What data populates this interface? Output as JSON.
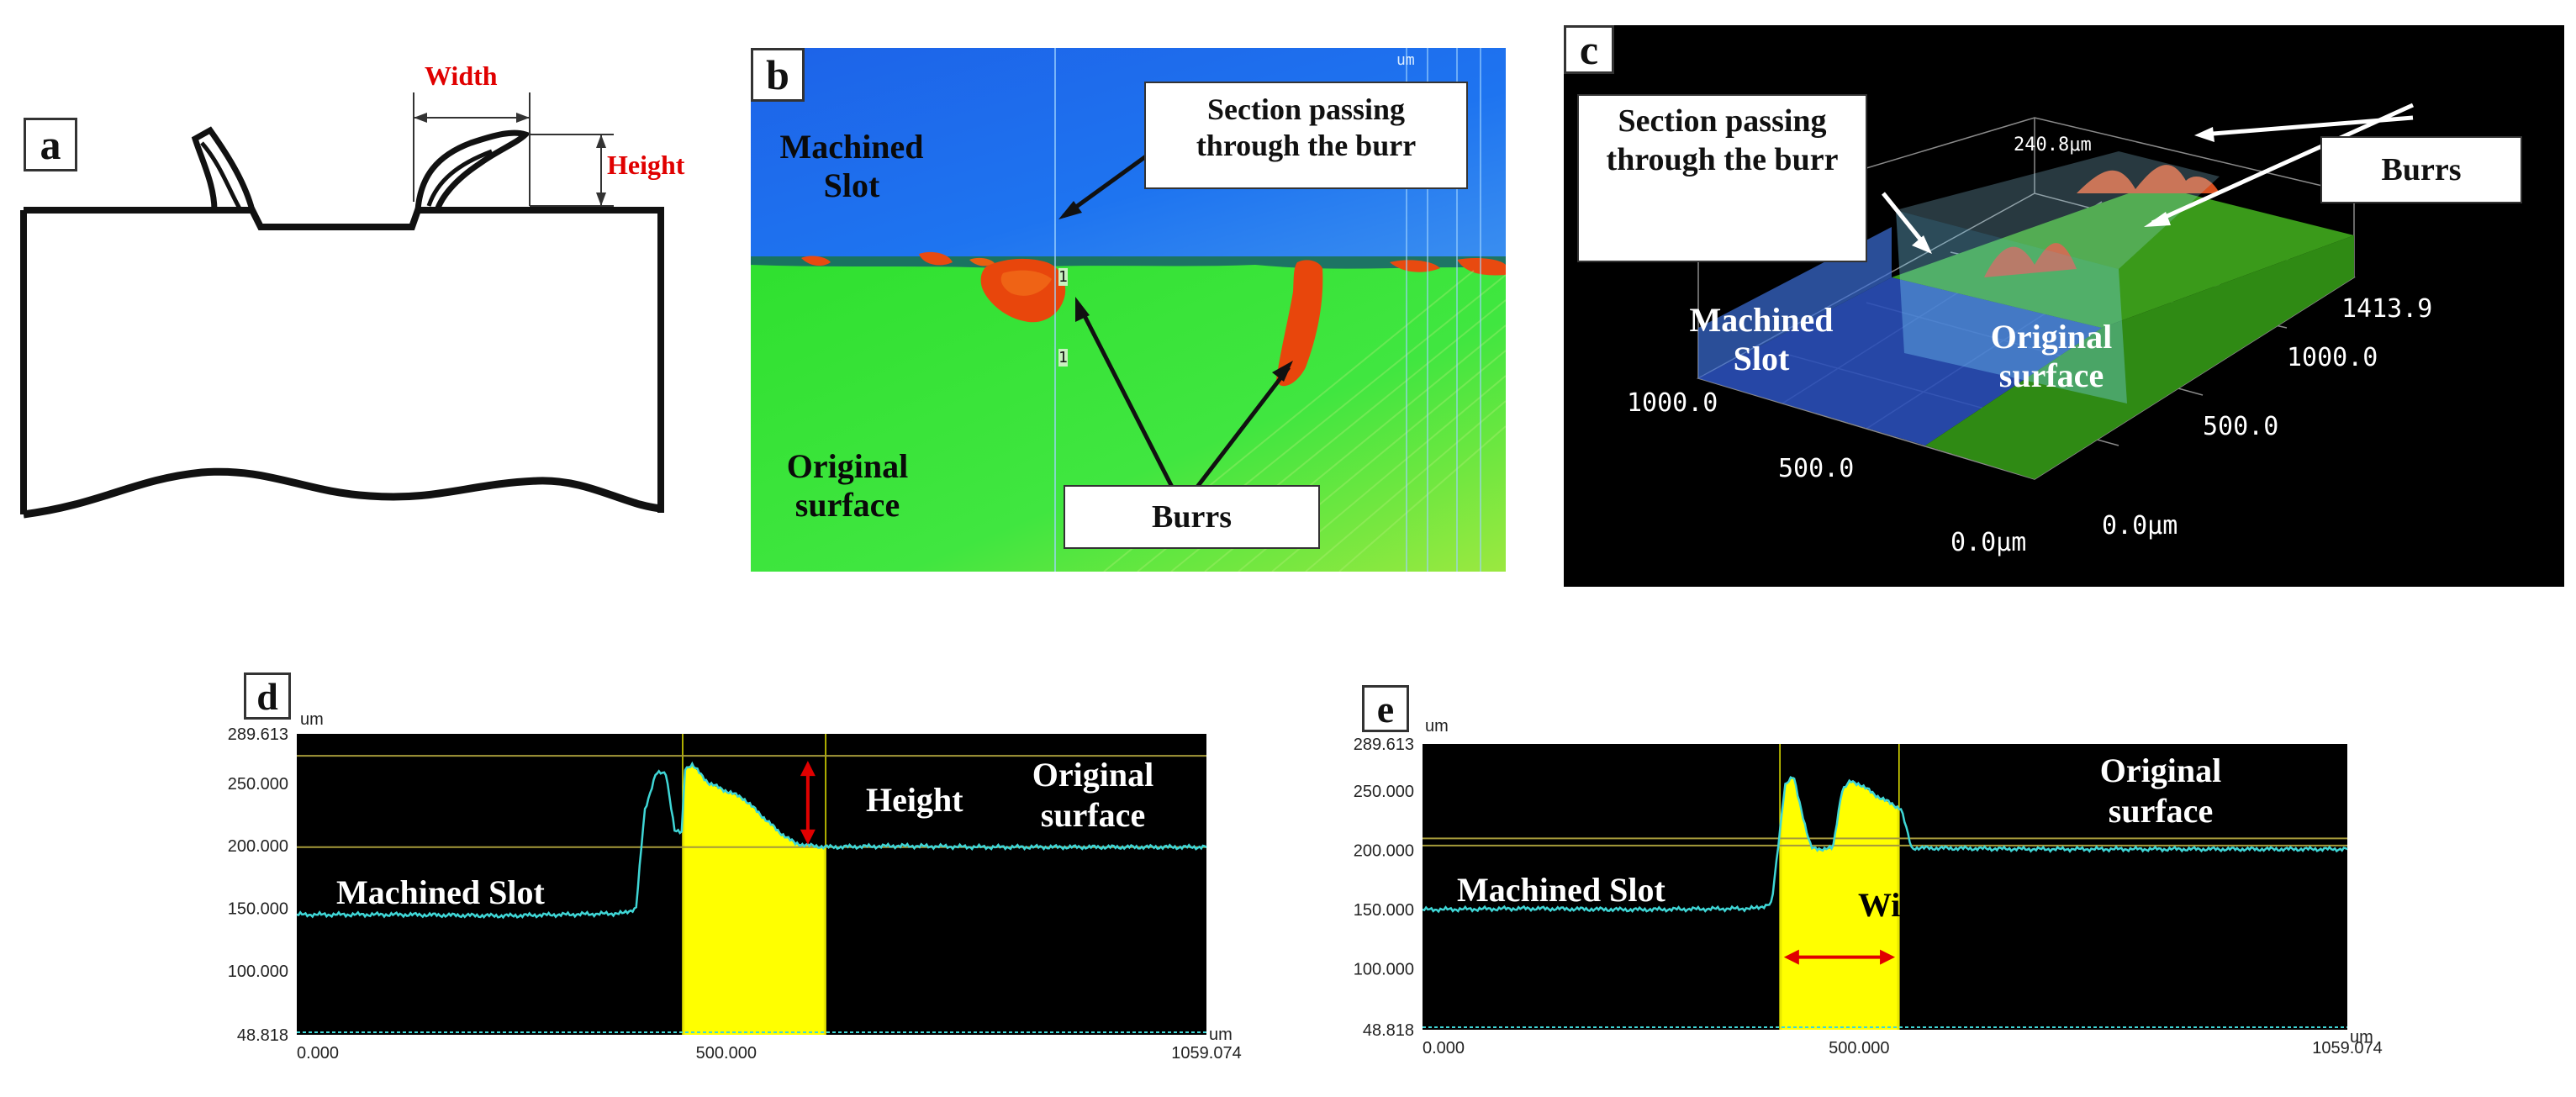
{
  "panel_a": {
    "letter": "a",
    "width_label": "Width",
    "height_label": "Height"
  },
  "panel_b": {
    "letter": "b",
    "callout_section": "Section passing through the burr",
    "callout_burrs": "Burrs",
    "label_slot": "Machined Slot",
    "label_surface": "Original surface",
    "marker": "1",
    "scale_text": "um"
  },
  "panel_c": {
    "letter": "c",
    "callout_section": "Section passing through the burr",
    "callout_burrs": "Burrs",
    "label_slot": "Machined Slot",
    "label_surface": "Original surface",
    "z_max": "240.8μm",
    "axis_1413": "1413.9",
    "axis_1000_right": "1000.0",
    "axis_500_right": "500.0",
    "axis_0_right": "0.0μm",
    "axis_1000_left": "1000.0",
    "axis_500_left": "500.0",
    "axis_0_left": "0.0μm"
  },
  "chart_data": [
    {
      "type": "line",
      "panel": "d",
      "y_unit": "um",
      "x_unit": "um",
      "ylim": [
        48.818,
        289.613
      ],
      "xlim": [
        0,
        1059.074
      ],
      "y_ticks": [
        "289.613",
        "250.000",
        "200.000",
        "150.000",
        "100.000",
        "48.818"
      ],
      "x_ticks": [
        "0.000",
        "500.000",
        "1059.074"
      ],
      "reference_lines_y": [
        272,
        199
      ],
      "highlight_x": [
        450,
        615
      ],
      "annotations": [
        "Machined Slot",
        "Height",
        "Original surface"
      ],
      "series": [
        {
          "x": [
            0,
            120,
            240,
            380,
            395,
            405,
            418,
            430,
            440,
            448,
            452,
            460,
            480,
            500,
            520,
            540,
            560,
            580,
            600,
            620,
            700,
            800,
            900,
            1059.074
          ],
          "y": [
            145,
            145,
            144,
            146,
            150,
            228,
            258,
            258,
            212,
            210,
            262,
            265,
            250,
            244,
            238,
            225,
            212,
            202,
            200,
            199,
            200,
            199,
            199,
            199
          ]
        }
      ]
    },
    {
      "type": "line",
      "panel": "e",
      "y_unit": "um",
      "x_unit": "um",
      "ylim": [
        48.818,
        289.613
      ],
      "xlim": [
        0,
        1059.074
      ],
      "y_ticks": [
        "289.613",
        "250.000",
        "200.000",
        "150.000",
        "100.000",
        "48.818"
      ],
      "x_ticks": [
        "0.000",
        "500.000",
        "1059.074"
      ],
      "reference_lines_y": [
        210,
        204
      ],
      "highlight_x": [
        410,
        545
      ],
      "annotations": [
        "Machined Slot",
        "Width",
        "Original surface"
      ],
      "series": [
        {
          "x": [
            0,
            120,
            240,
            380,
            400,
            415,
            425,
            440,
            445,
            460,
            470,
            480,
            490,
            500,
            520,
            540,
            548,
            560,
            700,
            800,
            900,
            1059.074
          ],
          "y": [
            150,
            151,
            150,
            151,
            155,
            255,
            262,
            215,
            202,
            201,
            202,
            250,
            258,
            256,
            246,
            238,
            235,
            202,
            201,
            201,
            201,
            201
          ]
        }
      ]
    }
  ]
}
